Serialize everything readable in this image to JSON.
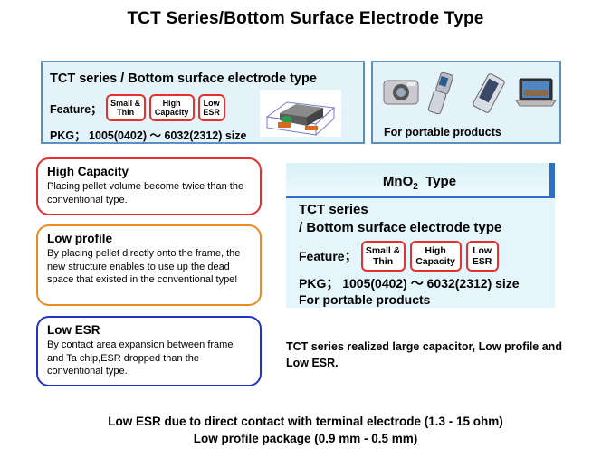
{
  "title": "TCT Series/Bottom Surface Electrode Type",
  "top_panel": {
    "heading": "TCT series  /  Bottom surface electrode type",
    "feature_label": "Feature；",
    "badges": [
      "Small & Thin",
      "High Capacity",
      "Low ESR"
    ],
    "pkg": "PKG； 1005(0402) ～ 6032(2312) size"
  },
  "portable_panel": {
    "caption": "For portable products",
    "icons": [
      "camera-icon",
      "flip-phone-icon",
      "smartphone-icon",
      "laptop-icon"
    ]
  },
  "cards": [
    {
      "title": "High Capacity",
      "body": "Placing pellet volume become twice than the conventional type.",
      "color": "#e53030"
    },
    {
      "title": "Low profile",
      "body": "By placing pellet directly onto the frame, the new structure enables to use up the dead space that existed in the conventional type!",
      "color": "#ee8a22"
    },
    {
      "title": "Low ESR",
      "body": "By contact area expansion between frame and Ta chip,ESR dropped than the conventional type.",
      "color": "#2233c4"
    }
  ],
  "mno2": {
    "header_pre": "MnO",
    "header_sub": "2",
    "header_post": "Type",
    "line1": "TCT series",
    "line2": "/  Bottom surface electrode type",
    "feature_label": "Feature；",
    "badges": [
      "Small & Thin",
      "High Capacity",
      "Low ESR"
    ],
    "pkg": "PKG； 1005(0402) ～ 6032(2312) size",
    "portable": "For portable products"
  },
  "summary": "TCT series realized large capacitor, Low profile and Low ESR.",
  "bottom": {
    "line1": "Low ESR due to direct contact with terminal electrode (1.3 - 15 ohm)",
    "line2": "Low profile package (0.9 mm - 0.5 mm)"
  },
  "colors": {
    "panel_bg": "#e4f2fa",
    "panel_border": "#5a8fc4",
    "badge_border": "#e53030",
    "mno2_rule": "#2f6ec6"
  }
}
